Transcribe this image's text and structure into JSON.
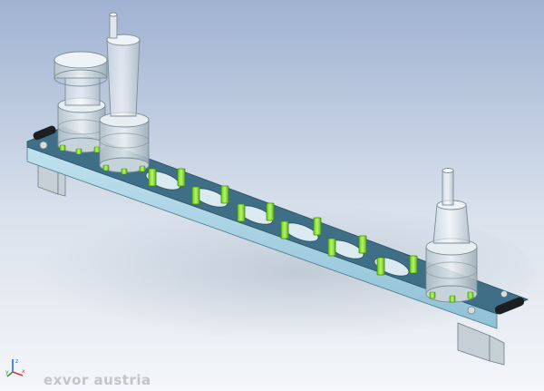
{
  "watermark": {
    "text": "exvor austria"
  },
  "triad": {
    "x_label": "x",
    "y_label": "y",
    "z_label": "z"
  },
  "icons": {
    "triad": "axis-triad-icon"
  },
  "colors": {
    "background_top": "#9fb2d1",
    "background_bottom": "#f4f6f9",
    "rail_face": "#a9d4e4",
    "rail_top": "#3f6f86",
    "clip_green": "#8de638",
    "transparent_part": "#dfe8ee",
    "watermark": "#c4c4c4"
  }
}
